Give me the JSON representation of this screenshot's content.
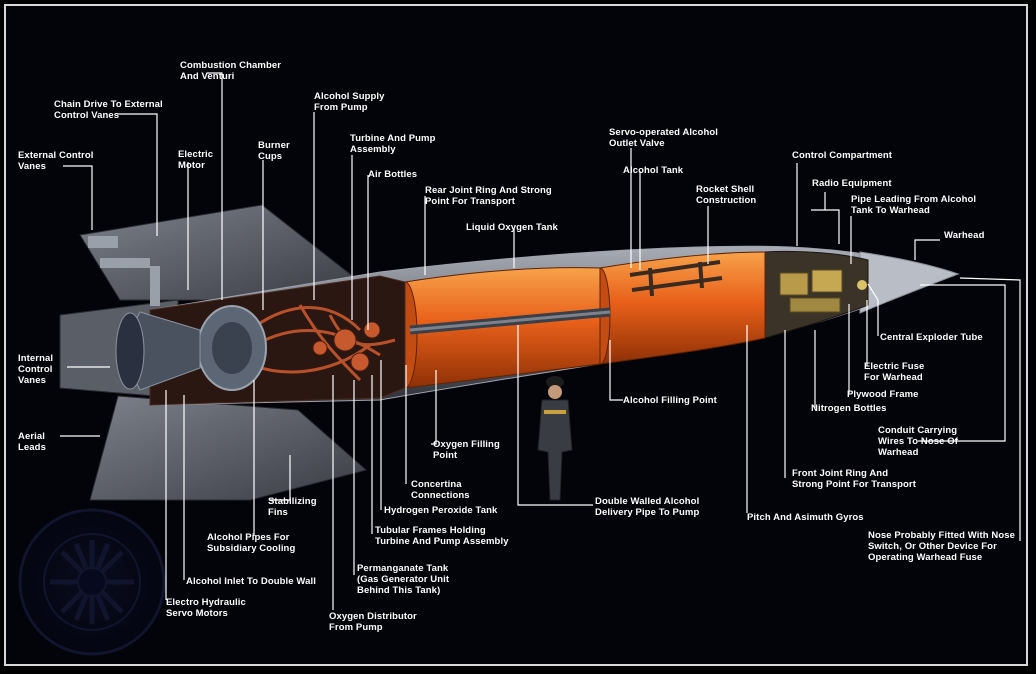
{
  "colors": {
    "background": "#03030a",
    "frame": "#d9d9d9",
    "tank": "#e8601a",
    "tank_dark": "#9a3508",
    "body_grey": "#6a6e78",
    "leader": "#ffffff"
  },
  "labels": {
    "combustion_chamber": "Combustion Chamber\nAnd Venturi",
    "chain_drive": "Chain Drive To External\nControl Vanes",
    "external_vanes": "External Control\nVanes",
    "electric_motor": "Electric\nMotor",
    "burner_cups": "Burner\nCups",
    "alcohol_supply": "Alcohol Supply\nFrom Pump",
    "turbine_pump": "Turbine And Pump\nAssembly",
    "air_bottles": "Air Bottles",
    "rear_joint_ring": "Rear Joint Ring And Strong\nPoint For Transport",
    "liquid_oxygen_tank": "Liquid Oxygen Tank",
    "servo_alcohol_valve": "Servo-operated Alcohol\nOutlet Valve",
    "alcohol_tank": "Alcohol Tank",
    "rocket_shell": "Rocket Shell\nConstruction",
    "control_compartment": "Control Compartment",
    "radio_equipment": "Radio Equipment",
    "pipe_alcohol_warhead": "Pipe Leading From Alcohol\nTank To Warhead",
    "warhead": "Warhead",
    "central_exploder": "Central Exploder Tube",
    "electric_fuse": "Electric Fuse\nFor Warhead",
    "plywood_frame": "Plywood Frame",
    "nitrogen_bottles": "Nitrogen Bottles",
    "conduit_wires": "Conduit Carrying\nWires To Nose Of\nWarhead",
    "front_joint_ring": "Front Joint Ring And\nStrong Point For Transport",
    "pitch_azimuth": "Pitch And Asimuth Gyros",
    "nose_fitted": "Nose Probably Fitted With Nose\nSwitch, Or Other Device For\nOperating Warhead Fuse",
    "alcohol_filling": "Alcohol Filling Point",
    "double_walled_pipe": "Double Walled Alcohol\nDelivery Pipe To Pump",
    "oxygen_filling": "Oxygen Filling\nPoint",
    "concertina": "Concertina\nConnections",
    "hydrogen_peroxide": "Hydrogen Peroxide Tank",
    "tubular_frames": "Tubular Frames Holding\nTurbine And Pump Assembly",
    "permanganate": "Permanganate Tank\n(Gas Generator Unit\nBehind This Tank)",
    "oxygen_distributor": "Oxygen Distributor\nFrom Pump",
    "internal_vanes": "Internal\nControl\nVanes",
    "aerial_leads": "Aerial\nLeads",
    "stabilizing_fins": "Stabilizing\nFins",
    "alcohol_pipes_cooling": "Alcohol Pipes For\nSubsidiary Cooling",
    "alcohol_inlet": "Alcohol Inlet To Double Wall",
    "electro_hydraulic": "Electro Hydraulic\nServo Motors"
  }
}
